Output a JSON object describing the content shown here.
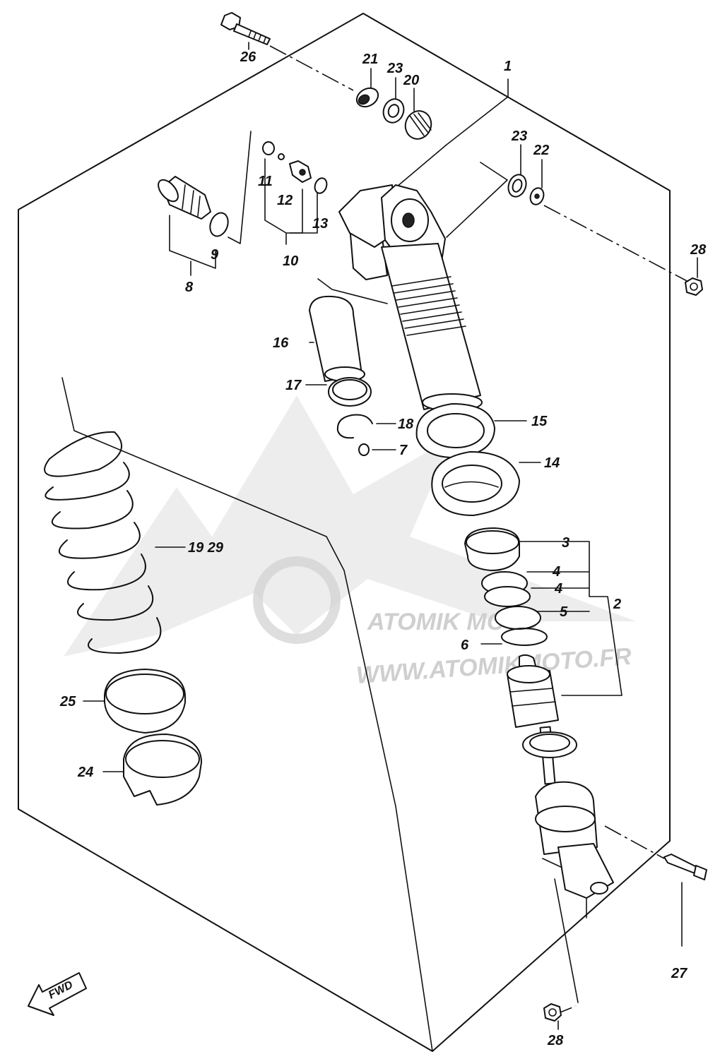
{
  "diagram": {
    "watermark_text": "WWW.ATOMIKMOTO.FR",
    "watermark_logo": "ATOMIK MOTO",
    "direction_label": "FWD",
    "part_labels": {
      "p1": "1",
      "p2": "2",
      "p3": "3",
      "p4a": "4",
      "p4b": "4",
      "p5": "5",
      "p6": "6",
      "p7": "7",
      "p8": "8",
      "p9": "9",
      "p10": "10",
      "p11": "11",
      "p12": "12",
      "p13": "13",
      "p14": "14",
      "p15": "15",
      "p16": "16",
      "p17": "17",
      "p18": "18",
      "p19": "19 29",
      "p20": "20",
      "p21": "21",
      "p22": "22",
      "p23a": "23",
      "p23b": "23",
      "p24": "24",
      "p25": "25",
      "p26": "26",
      "p27": "27",
      "p28a": "28",
      "p28b": "28"
    }
  }
}
